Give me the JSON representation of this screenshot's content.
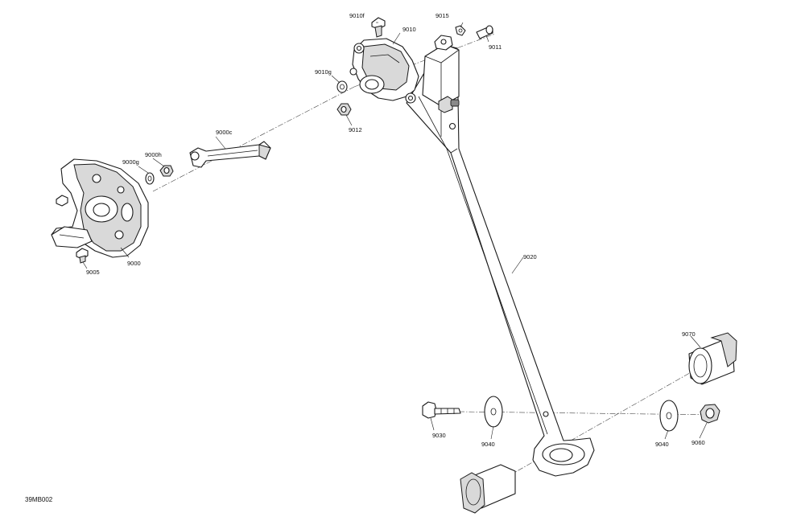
{
  "diagram_code": "39MB002",
  "labels": {
    "p9000": "9000",
    "p9000c": "9000c",
    "p9000g": "9000g",
    "p9000h": "9000h",
    "p9005": "9005",
    "p9010": "9010",
    "p9010f": "9010f",
    "p9010g": "9010g",
    "p9011": "9011",
    "p9012": "9012",
    "p9015": "9015",
    "p9020": "9020",
    "p9030": "9030",
    "p9040a": "9040",
    "p9040b": "9040",
    "p9060": "9060",
    "p9070": "9070"
  }
}
